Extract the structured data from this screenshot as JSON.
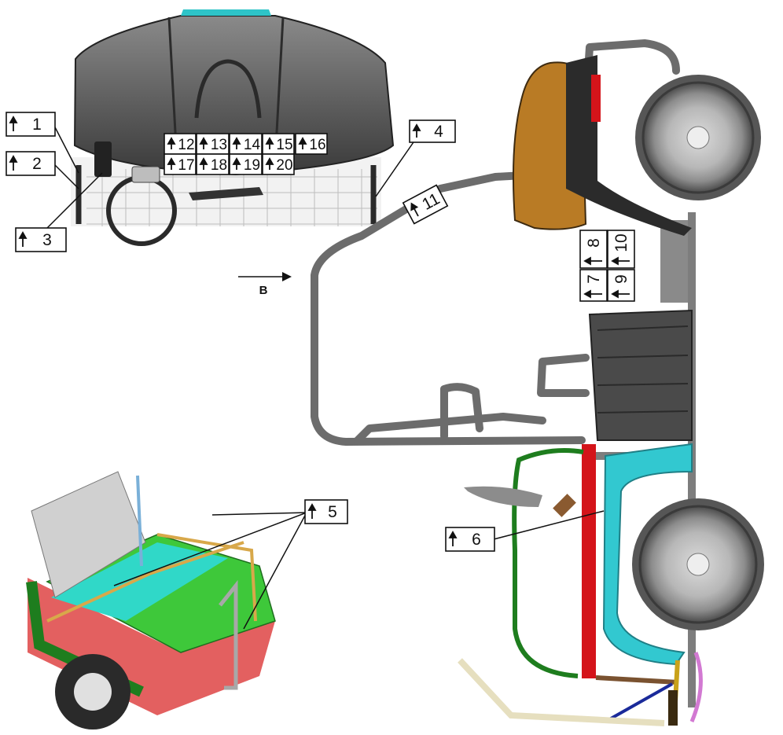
{
  "colors": {
    "panel_dark": "#3e3e3e",
    "panel_mid": "#6a6a6a",
    "frame_gray": "#7a7a7a",
    "tyre": "#5a5a5a",
    "orange_body": "#b87a25",
    "cyan_panel": "#32c8d0",
    "red_bar": "#d4141a",
    "green_bar": "#1e7d1e",
    "bed_green": "#45c73a",
    "bed_cyan": "#2ad8c8",
    "bed_red": "#e06060"
  },
  "view_label": "B",
  "callouts": [
    {
      "label": "1"
    },
    {
      "label": "2"
    },
    {
      "label": "3"
    },
    {
      "label": "4"
    },
    {
      "label": "5"
    },
    {
      "label": "6"
    },
    {
      "label": "7"
    },
    {
      "label": "8"
    },
    {
      "label": "9"
    },
    {
      "label": "10"
    },
    {
      "label": "11"
    },
    {
      "label": "12"
    },
    {
      "label": "13"
    },
    {
      "label": "14"
    },
    {
      "label": "15"
    },
    {
      "label": "16"
    },
    {
      "label": "17"
    },
    {
      "label": "18"
    },
    {
      "label": "19"
    },
    {
      "label": "20"
    }
  ]
}
